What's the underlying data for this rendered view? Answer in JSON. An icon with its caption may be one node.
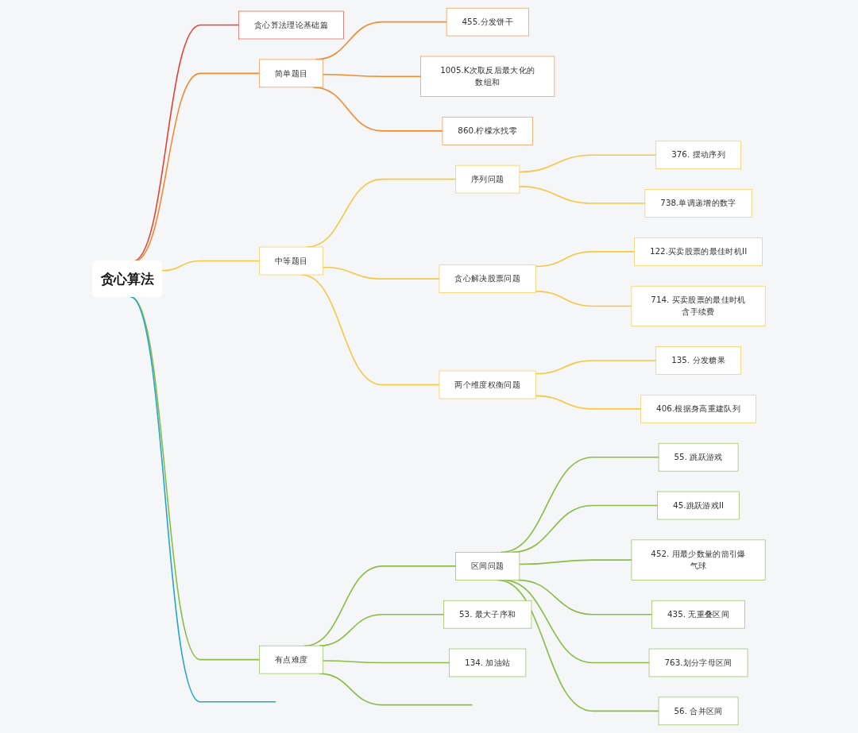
{
  "diagram": {
    "nodes": [
      {
        "text": [
          "贪心算法"
        ]
      },
      {
        "text": [
          "贪心算法理论基础篇"
        ]
      },
      {
        "text": [
          "简单题目"
        ]
      },
      {
        "text": [
          "455.分发饼干"
        ]
      },
      {
        "text": [
          "1005.K次取反后最大化的数组和"
        ]
      },
      {
        "text": [
          "860.柠檬水找零"
        ]
      },
      {
        "text": [
          "中等题目"
        ]
      },
      {
        "text": [
          "序列问题"
        ]
      },
      {
        "text": [
          "376. 摆动序列"
        ]
      },
      {
        "text": [
          "738.单调递增的数字"
        ]
      },
      {
        "text": [
          "贪心解决股票问题"
        ]
      },
      {
        "text": [
          "122.买卖股票的最佳时机II"
        ]
      },
      {
        "text": [
          "714. 买卖股票的最佳时机含手续费"
        ]
      },
      {
        "text": [
          "两个维度权衡问题"
        ]
      },
      {
        "text": [
          "135. 分发糖果"
        ]
      },
      {
        "text": [
          "406.根据身高重建队列"
        ]
      },
      {
        "text": [
          "有点难度"
        ]
      },
      {
        "text": [
          "区间问题"
        ]
      },
      {
        "text": [
          "55. 跳跃游戏"
        ]
      },
      {
        "text": [
          "45.跳跃游戏II"
        ]
      },
      {
        "text": [
          "452. 用最少数量的箭引爆气球"
        ]
      },
      {
        "text": [
          "435. 无重叠区间"
        ]
      },
      {
        "text": [
          "763.划分字母区间"
        ]
      },
      {
        "text": [
          "56. 合并区间"
        ]
      },
      {
        "text": [
          "53. 最大子序和"
        ]
      },
      {
        "text": [
          "134. 加油站"
        ]
      }
    ],
    "edges": [
      {
        "from": 0,
        "to": 1,
        "arrow": "none",
        "color": "#e2453c"
      },
      {
        "from": 0,
        "to": 2,
        "arrow": "none",
        "color": "#f08c36"
      },
      {
        "from": 2,
        "to": 3,
        "arrow": "none",
        "color": "#f08c36"
      },
      {
        "from": 2,
        "to": 4,
        "arrow": "none",
        "color": "#f08c36"
      },
      {
        "from": 2,
        "to": 5,
        "arrow": "none",
        "color": "#f08c36"
      },
      {
        "from": 0,
        "to": 6,
        "arrow": "none",
        "color": "#f6c744"
      },
      {
        "from": 6,
        "to": 7,
        "arrow": "none",
        "color": "#f6c744"
      },
      {
        "from": 7,
        "to": 8,
        "arrow": "none",
        "color": "#f6c744"
      },
      {
        "from": 7,
        "to": 9,
        "arrow": "none",
        "color": "#f6c744"
      },
      {
        "from": 6,
        "to": 10,
        "arrow": "none",
        "color": "#f6c744"
      },
      {
        "from": 10,
        "to": 11,
        "arrow": "none",
        "color": "#f6c744"
      },
      {
        "from": 10,
        "to": 12,
        "arrow": "none",
        "color": "#f6c744"
      },
      {
        "from": 6,
        "to": 13,
        "arrow": "none",
        "color": "#f6c744"
      },
      {
        "from": 13,
        "to": 14,
        "arrow": "none",
        "color": "#f6c744"
      },
      {
        "from": 13,
        "to": 15,
        "arrow": "none",
        "color": "#f6c744"
      },
      {
        "from": 0,
        "to": 16,
        "arrow": "none",
        "color": "#8cbc46"
      },
      {
        "from": 16,
        "to": 17,
        "arrow": "none",
        "color": "#8cbc46"
      },
      {
        "from": 17,
        "to": 18,
        "arrow": "none",
        "color": "#8cbc46"
      },
      {
        "from": 17,
        "to": 19,
        "arrow": "none",
        "color": "#8cbc46"
      },
      {
        "from": 17,
        "to": 20,
        "arrow": "none",
        "color": "#8cbc46"
      },
      {
        "from": 17,
        "to": 21,
        "arrow": "none",
        "color": "#8cbc46"
      },
      {
        "from": 17,
        "to": 22,
        "arrow": "none",
        "color": "#8cbc46"
      },
      {
        "from": 17,
        "to": 23,
        "arrow": "none",
        "color": "#8cbc46"
      },
      {
        "from": 16,
        "to": 24,
        "arrow": "none",
        "color": "#8cbc46"
      },
      {
        "from": 16,
        "to": 25,
        "arrow": "none",
        "color": "#8cbc46"
      },
      {
        "from": 16,
        "to": null,
        "arrow": "none",
        "color": "#8cbc46"
      },
      {
        "from": 0,
        "to": null,
        "arrow": "none",
        "color": "#27a6c8"
      }
    ]
  }
}
